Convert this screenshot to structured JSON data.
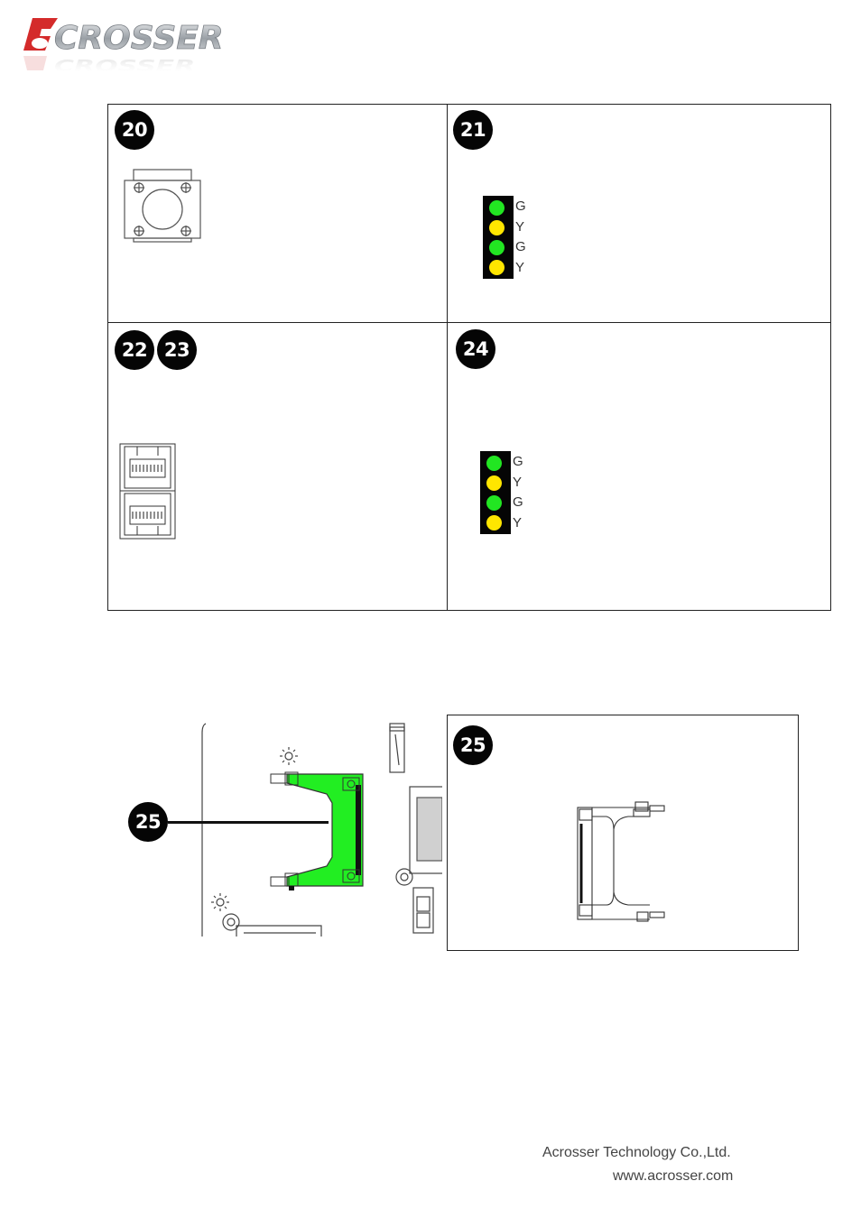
{
  "header": {
    "logo_text": "ACROSSER",
    "logo_colors": {
      "red": "#d42b2b",
      "silver": "#9aa0a6"
    }
  },
  "grid": {
    "cells": [
      {
        "badges": [
          "20"
        ]
      },
      {
        "badges": [
          "21"
        ],
        "led_labels": [
          "G",
          "Y",
          "G",
          "Y"
        ]
      },
      {
        "badges": [
          "22",
          "23"
        ]
      },
      {
        "badges": [
          "24"
        ],
        "led_labels": [
          "G",
          "Y",
          "G",
          "Y"
        ]
      }
    ]
  },
  "cf_section": {
    "callout_badge": "25",
    "detail_badge": "25"
  },
  "colors": {
    "led_green": "#22e622",
    "led_yellow": "#ffe600",
    "cf_green": "#22ee22"
  },
  "footer": {
    "company": "Acrosser Technology Co.,Ltd.",
    "website": "www.acrosser.com"
  }
}
